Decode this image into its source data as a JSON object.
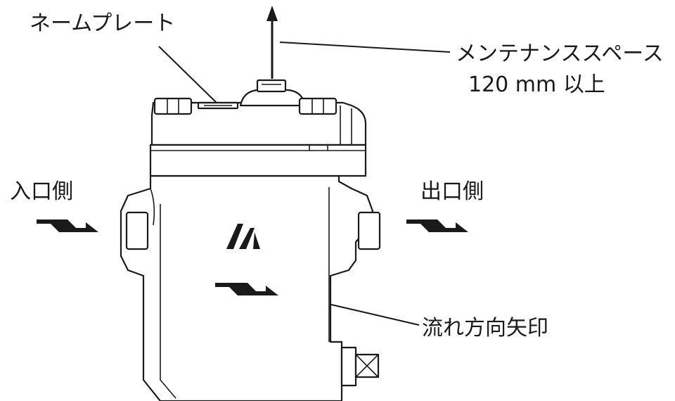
{
  "labels": {
    "nameplate": "ネームプレート",
    "maintenance_line1": "メンテナンススペース",
    "maintenance_line2": "120 mm 以上",
    "inlet": "入口側",
    "outlet": "出口側",
    "flow_arrow": "流れ方向矢印"
  },
  "colors": {
    "ink": "#1a1a1a",
    "background": "#ffffff"
  },
  "icons": {
    "logo": "miyawaki-logo-icon",
    "flow": "flow-direction-arrow-icon",
    "up": "up-arrow-icon",
    "drain": "drain-plug-icon"
  }
}
